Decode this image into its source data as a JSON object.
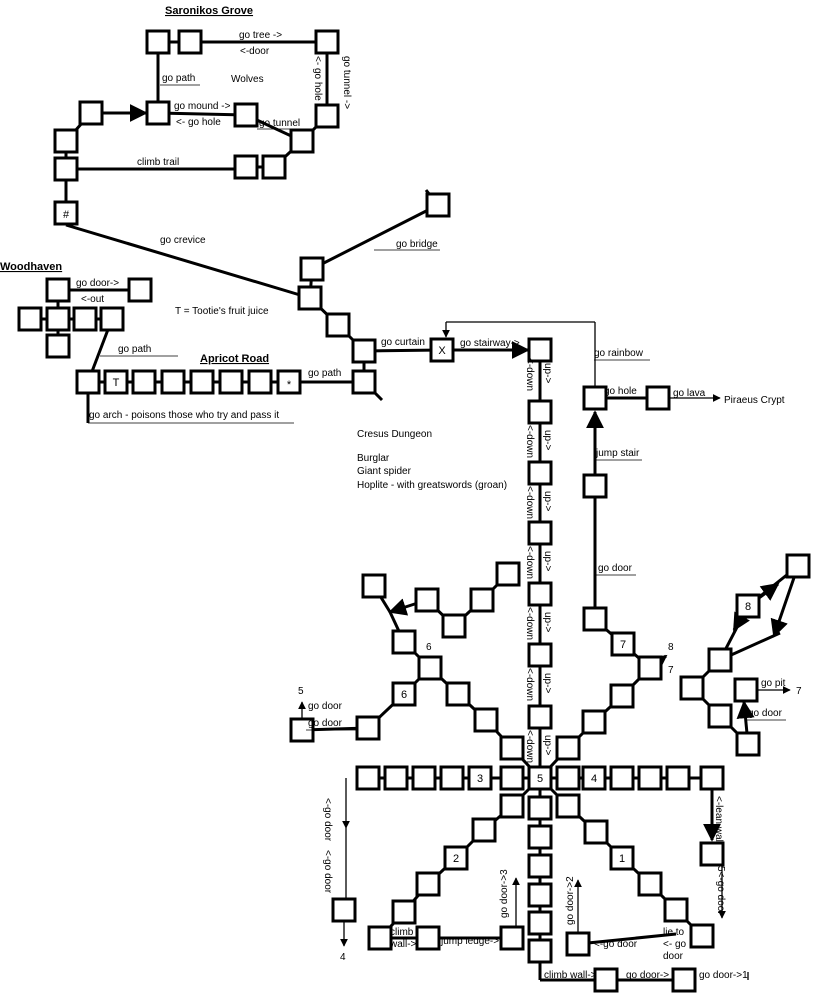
{
  "titles": {
    "saronikos": "Saronikos Grove",
    "woodhaven": "Woodhaven",
    "apricot": "Apricot Road"
  },
  "labels": {
    "go_tree": "go tree ->",
    "door_back": "<-door",
    "go_path": "go path",
    "wolves": "Wolves",
    "go_tunnel_v": "go tunnel ->",
    "go_hole_v": "<- go hole",
    "go_mound": "go mound ->",
    "go_hole": "<- go hole",
    "go_tunnel": "go tunnel",
    "climb_trail": "climb trail",
    "go_crevice": "go crevice",
    "go_bridge": "go bridge",
    "go_door_wh": "go door->",
    "out_wh": "<-out",
    "tootie": "T = Tootie's fruit juice",
    "go_path_wh": "go path",
    "go_path_ar": "go path",
    "go_arch": "go arch - poisons those who try and pass it",
    "go_curtain": "go curtain",
    "go_stairway": "go stairway->",
    "go_rainbow": "go rainbow",
    "go_hole_pc": "go hole",
    "go_lava": "go lava",
    "piraeus": "Piraeus Crypt",
    "jump_stair": "jump stair",
    "go_door_r": "go door",
    "cresus": "Cresus Dungeon",
    "burglar": "Burglar",
    "spider": "Giant spider",
    "hoplite": "Hoplite - with greatswords (groan)",
    "down_v": "<-down",
    "up_v": "up->",
    "five": "5",
    "go_door_w1": "go door",
    "go_door_w2": "go door",
    "go_pit": "go pit",
    "seven_pit": "7",
    "go_door_e": "go door",
    "eight": "8",
    "seven": "7",
    "six": "6",
    "go_door_sw1": "<-go door",
    "go_door_sw2": "<-go door",
    "four": "4",
    "lean_wall": "<-lean wall",
    "go_door_se": "5<-go door",
    "climb": "climb",
    "wall": "wall->",
    "jump_ledge": "jump ledge->",
    "go_door_3": "go door->3",
    "go_door_2": "go door->2",
    "go_door_bot": "<-go door",
    "lie_to": "lie to",
    "go_back": "<- go",
    "door_word": "door",
    "climb_wall": "climb wall->",
    "go_door_b1": "go door->",
    "go_door_b2": "go door->1"
  },
  "node_labels": {
    "hash": "#",
    "T": "T",
    "star": "*",
    "X": "X",
    "n1": "1",
    "n2": "2",
    "n3": "3",
    "n4": "4",
    "n5": "5",
    "n6": "6",
    "n7": "7",
    "n8": "8"
  }
}
